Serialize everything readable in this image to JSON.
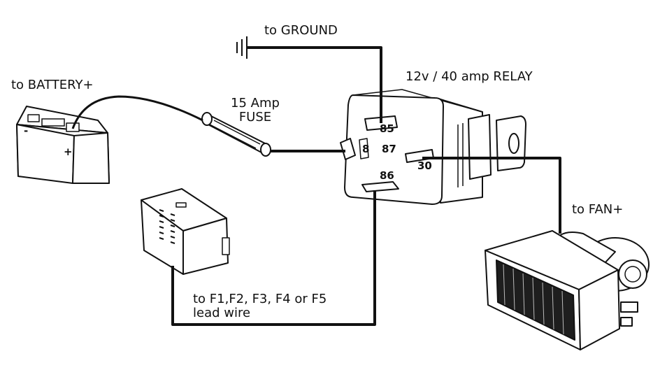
{
  "labels": {
    "ground": "to GROUND",
    "relay": "12v / 40 amp RELAY",
    "battery": "to BATTERY+",
    "fuse_line1": "15 Amp",
    "fuse_line2": "FUSE",
    "fan": "to FAN+",
    "lead_line1": "to F1,F2, F3, F4 or F5",
    "lead_line2": "lead wire"
  },
  "relay_terminals": {
    "t85": "85",
    "t87": "87",
    "t86": "86",
    "t30": "30",
    "t87a": "8"
  },
  "battery_marks": {
    "minus": "-",
    "plus": "+"
  },
  "colors": {
    "line": "#111111",
    "background": "#ffffff"
  }
}
